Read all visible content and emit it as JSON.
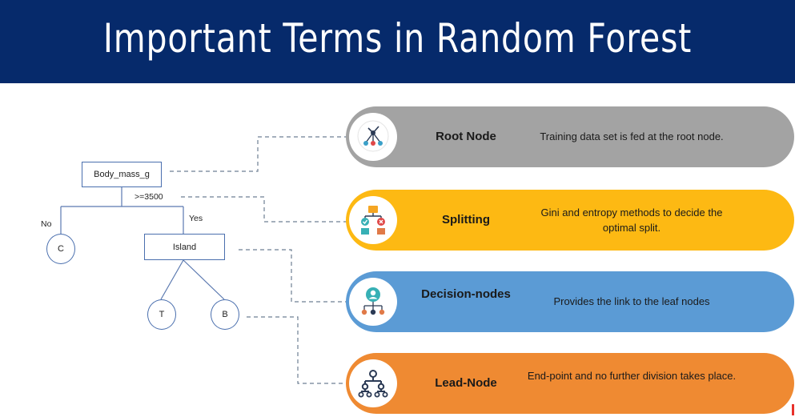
{
  "title": "Important Terms in Random Forest",
  "tree": {
    "root": "Body_mass_g",
    "condition": ">=3500",
    "branch_no": "No",
    "branch_yes": "Yes",
    "leaf_c": "C",
    "decision": "Island",
    "leaf_t": "T",
    "leaf_b": "B"
  },
  "terms": [
    {
      "name": "Root Node",
      "description": "Training data set is fed at the root node.",
      "color": "#a3a3a3",
      "icon": "tree-network-icon"
    },
    {
      "name": "Splitting",
      "description": "Gini and entropy methods to decide the optimal split.",
      "color": "#fdb913",
      "icon": "split-flow-icon"
    },
    {
      "name": "Decision-nodes",
      "description": "Provides the link to the leaf nodes",
      "color": "#5b9bd5",
      "icon": "user-hierarchy-icon"
    },
    {
      "name": "Lead-Node",
      "description": "End-point and no further division takes place.",
      "color": "#ef8a32",
      "icon": "org-chart-icon"
    }
  ]
}
